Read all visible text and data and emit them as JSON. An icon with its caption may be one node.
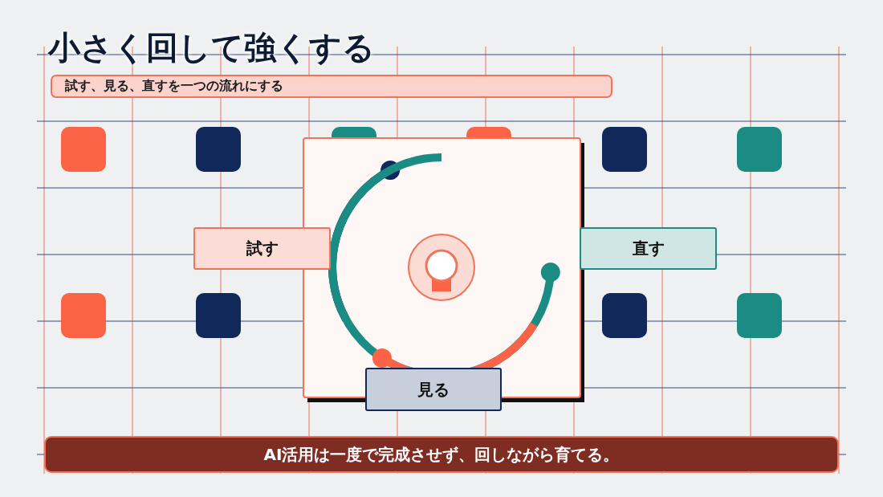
{
  "diagram": {
    "title": "小さく回して強くする",
    "nodes": [
      {
        "text": [
          "試す、見る、直すを一つの流れにする"
        ]
      },
      {
        "text": [
          "試す"
        ]
      },
      {
        "text": [
          "直す"
        ]
      },
      {
        "text": [
          "見る"
        ]
      },
      {
        "text": [
          "AI活用は一度で完成させず、回しながら育てる。"
        ]
      }
    ]
  }
}
